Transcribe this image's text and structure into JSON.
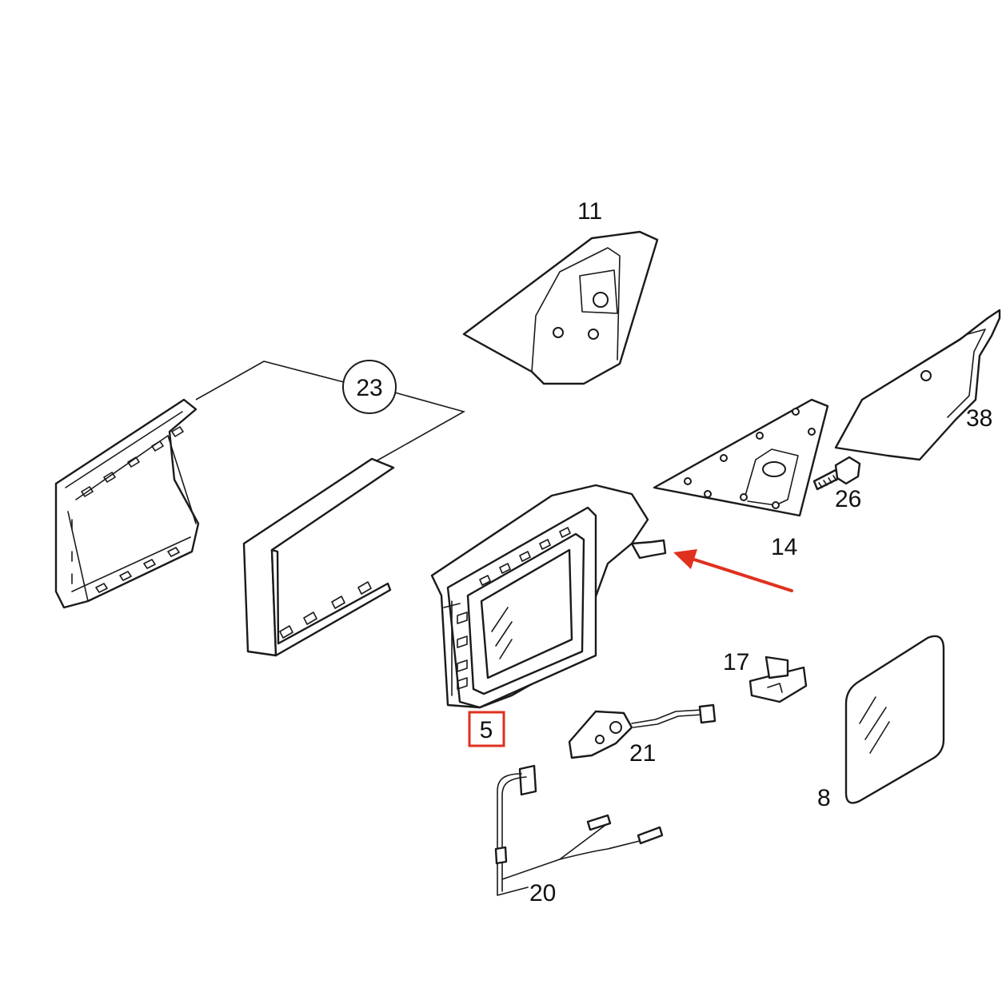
{
  "diagram": {
    "parts": [
      {
        "id": "p23",
        "label": "23"
      },
      {
        "id": "p11",
        "label": "11"
      },
      {
        "id": "p38",
        "label": "38"
      },
      {
        "id": "p26",
        "label": "26"
      },
      {
        "id": "p14",
        "label": "14"
      },
      {
        "id": "p17",
        "label": "17"
      },
      {
        "id": "p5",
        "label": "5"
      },
      {
        "id": "p21",
        "label": "21"
      },
      {
        "id": "p8",
        "label": "8"
      },
      {
        "id": "p20",
        "label": "20"
      }
    ],
    "highlight": {
      "part": "5",
      "color": "#e0301e"
    },
    "arrow": {
      "color": "#e0301e"
    }
  }
}
